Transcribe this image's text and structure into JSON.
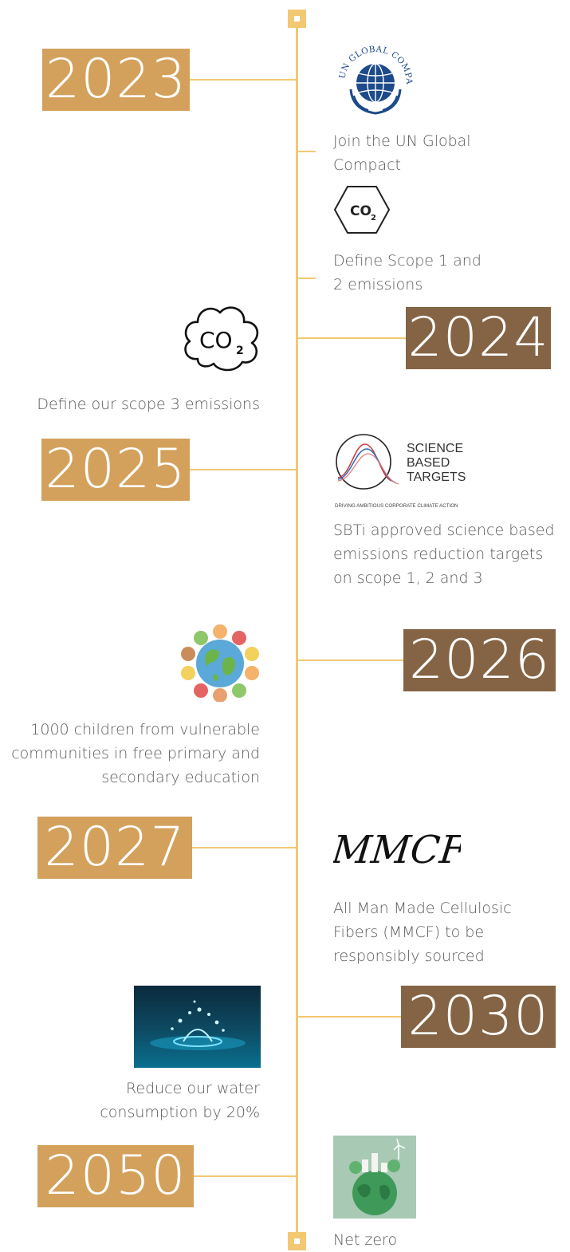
{
  "timeline": {
    "milestones": [
      {
        "year": "2023",
        "items": [
          {
            "icon": "un-global-compact-icon",
            "text": "Join the UN Global Compact"
          },
          {
            "icon": "co2-hexagon-icon",
            "text": "Define Scope 1 and 2 emissions"
          }
        ]
      },
      {
        "year": "2024",
        "items": [
          {
            "icon": "co2-cloud-icon",
            "text": "Define our scope 3 emissions"
          }
        ]
      },
      {
        "year": "2025",
        "items": [
          {
            "icon": "science-based-targets-icon",
            "text": "SBTi approved science based emissions reduction targets on scope 1, 2 and 3"
          }
        ]
      },
      {
        "year": "2026",
        "items": [
          {
            "icon": "children-around-globe-icon",
            "text": "1000 children from vulnerable communities in free primary and secondary education"
          }
        ]
      },
      {
        "year": "2027",
        "items": [
          {
            "icon": "mmcf-text-icon",
            "text": "All Man Made Cellulosic Fibers (MMCF) to be responsibly sourced"
          }
        ]
      },
      {
        "year": "2030",
        "items": [
          {
            "icon": "water-drop-icon",
            "text": "Reduce our water consumption by 20%"
          }
        ]
      },
      {
        "year": "2050",
        "items": [
          {
            "icon": "green-earth-icon",
            "text": "Net zero"
          }
        ]
      }
    ]
  },
  "logos": {
    "un_global_compact": "UN GLOBAL COMPACT",
    "sbti_lines": [
      "SCIENCE",
      "BASED",
      "TARGETS"
    ],
    "sbti_tagline": "DRIVING AMBITIOUS CORPORATE CLIMATE ACTION",
    "mmcf": "MMCF",
    "co2": "CO",
    "co2_sub": "2"
  },
  "colors": {
    "line": "#f2c873",
    "year_gold": "#d3a15c",
    "year_brown": "#846445",
    "caption": "#5c5c5c"
  }
}
